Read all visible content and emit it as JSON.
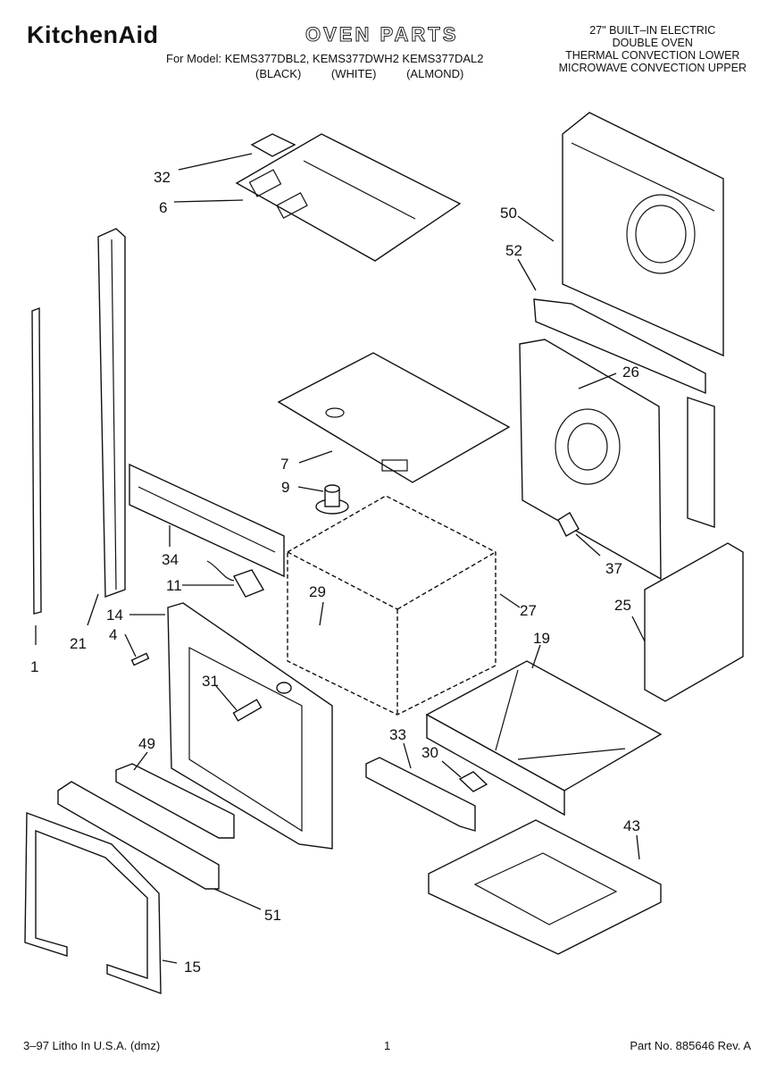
{
  "header": {
    "brand": "KitchenAid",
    "title": "OVEN PARTS",
    "models_line": "For Model: KEMS377DBL2, KEMS377DWH2 KEMS377DAL2",
    "finishes": [
      "(BLACK)",
      "(WHITE)",
      "(ALMOND)"
    ],
    "description": [
      "27\" BUILT–IN ELECTRIC",
      "DOUBLE OVEN",
      "THERMAL CONVECTION LOWER",
      "MICROWAVE CONVECTION UPPER"
    ]
  },
  "callouts": {
    "c32": "32",
    "c6": "6",
    "c50": "50",
    "c52": "52",
    "c26": "26",
    "c7": "7",
    "c9": "9",
    "c34": "34",
    "c11": "11",
    "c29": "29",
    "c27": "27",
    "c37": "37",
    "c25": "25",
    "c14": "14",
    "c4": "4",
    "c21": "21",
    "c1": "1",
    "c31": "31",
    "c19": "19",
    "c33": "33",
    "c30": "30",
    "c49": "49",
    "c43": "43",
    "c51": "51",
    "c15": "15"
  },
  "footer": {
    "litho": "3–97 Litho In U.S.A. (dmz)",
    "page": "1",
    "part_no": "Part No. 885646 Rev. A"
  }
}
